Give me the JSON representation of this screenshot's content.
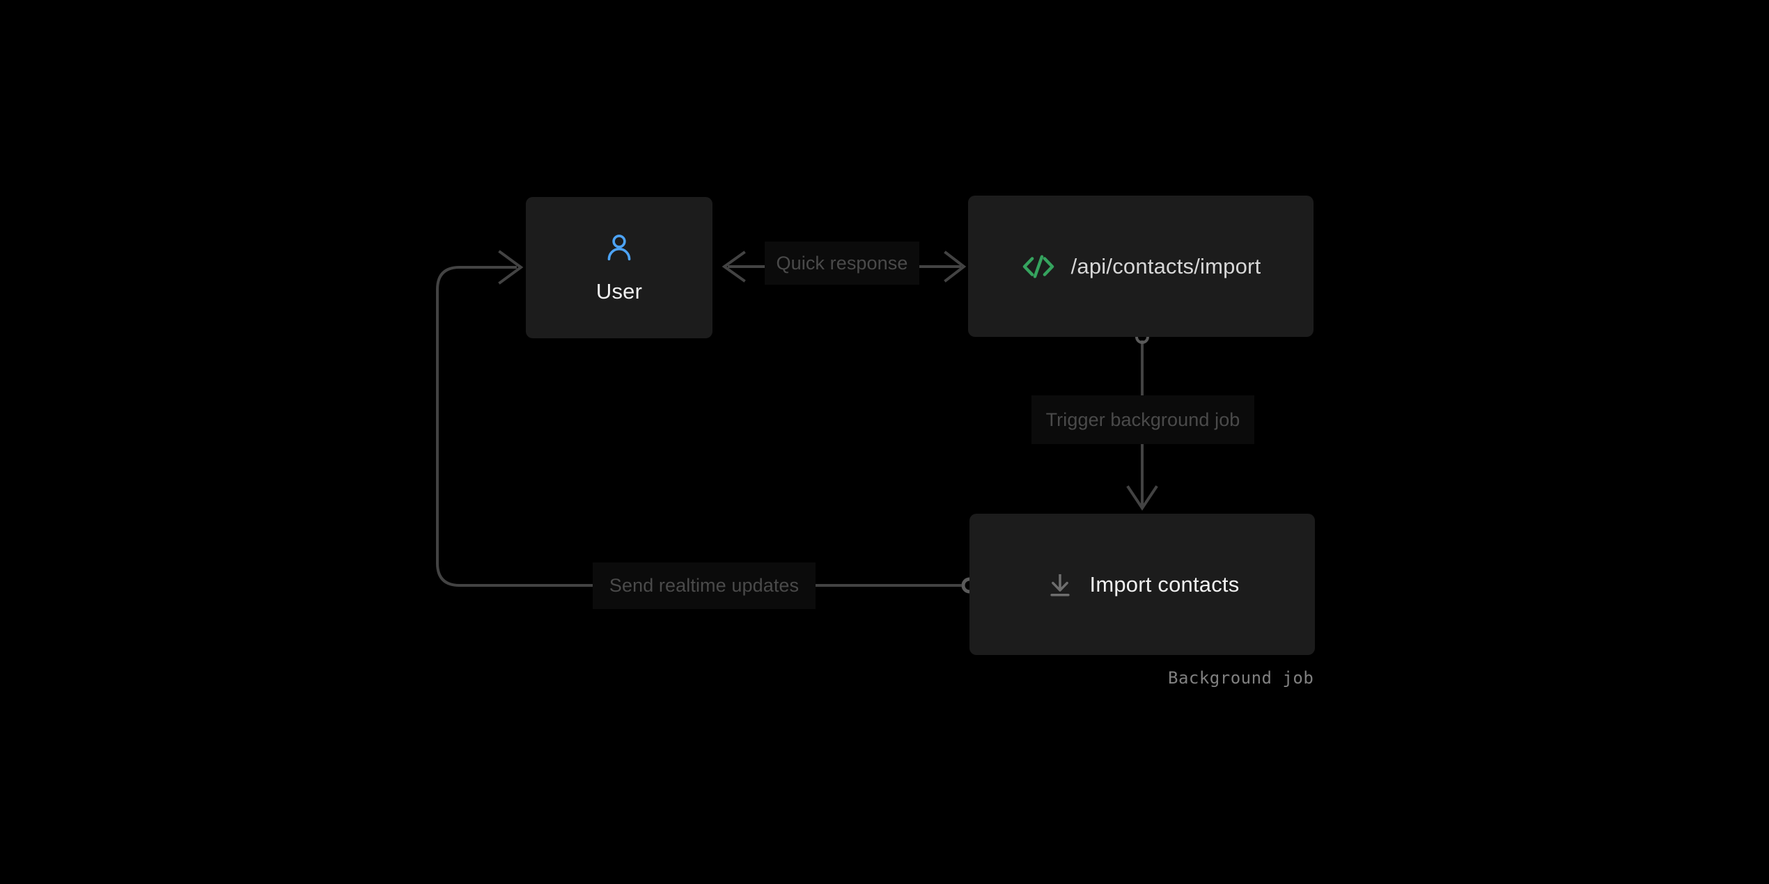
{
  "diagram": {
    "type": "flow",
    "background_color": "#000000",
    "node_color": "#1c1c1c",
    "edge_color": "#3c3c3c",
    "label_chip_color": "#0b0b0b",
    "label_text_color": "#4a4a4a",
    "nodes": [
      {
        "id": "user",
        "label": "User",
        "icon": "user-icon",
        "icon_color": "#4da3f5",
        "layout": "stacked"
      },
      {
        "id": "api",
        "label": "/api/contacts/import",
        "icon": "code-icon",
        "icon_color": "#35a35e",
        "layout": "inline"
      },
      {
        "id": "import",
        "label": "Import contacts",
        "icon": "download-icon",
        "icon_color": "#6e6e6e",
        "layout": "inline",
        "caption": "Background job"
      }
    ],
    "edges": [
      {
        "id": "user-api",
        "label": "Quick response",
        "from": "user",
        "to": "api",
        "direction": "bidirectional"
      },
      {
        "id": "api-import",
        "label": "Trigger background job",
        "from": "api",
        "to": "import",
        "direction": "down"
      },
      {
        "id": "import-user",
        "label": "Send realtime updates",
        "from": "import",
        "to": "user",
        "direction": "loop-left"
      }
    ]
  }
}
